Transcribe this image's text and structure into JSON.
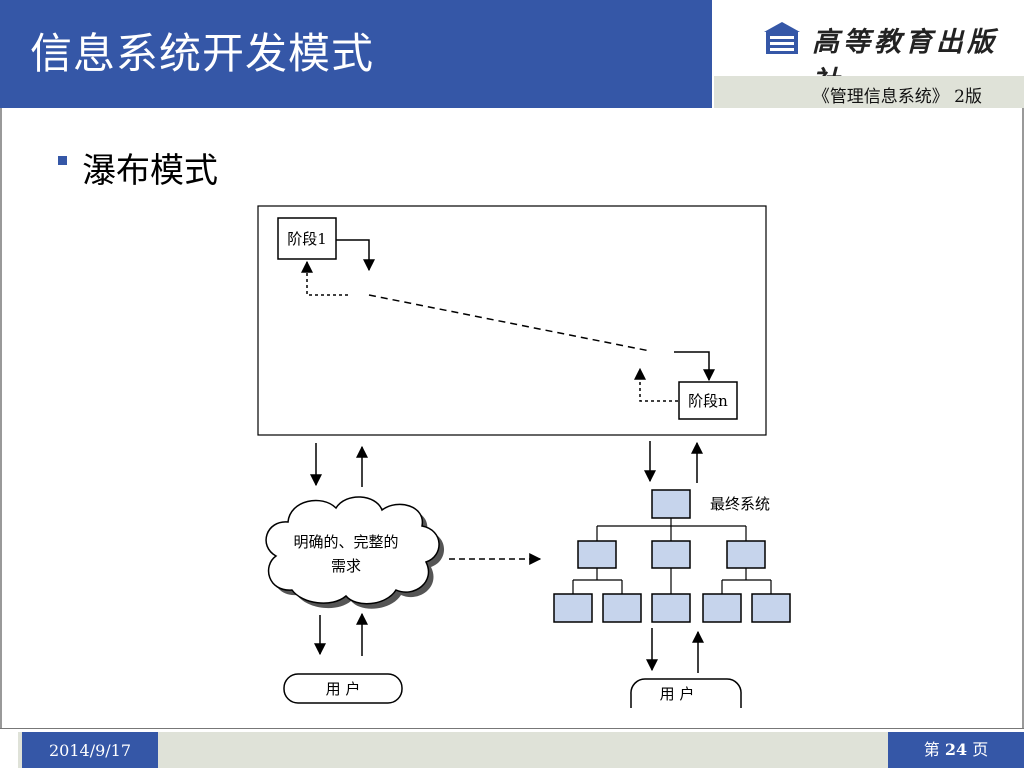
{
  "slide": {
    "title": "信息系统开发模式",
    "publisher": "高等教育出版社",
    "book": "《管理信息系统》 2版",
    "bullet": "瀑布模式"
  },
  "diagram": {
    "stage_first": "阶段1",
    "stage_last": "阶段n",
    "requirement_line1": "明确的、完整的",
    "requirement_line2": "需求",
    "final_system": "最终系统",
    "user_left": "用 户",
    "user_right": "用 户"
  },
  "footer": {
    "date": "2014/9/17",
    "page_prefix": "第",
    "page_number": "24",
    "page_suffix": "页"
  },
  "colors": {
    "header": "#3557a7",
    "box_fill": "#c6d4ec",
    "footer_bar": "#dfe2d8"
  }
}
